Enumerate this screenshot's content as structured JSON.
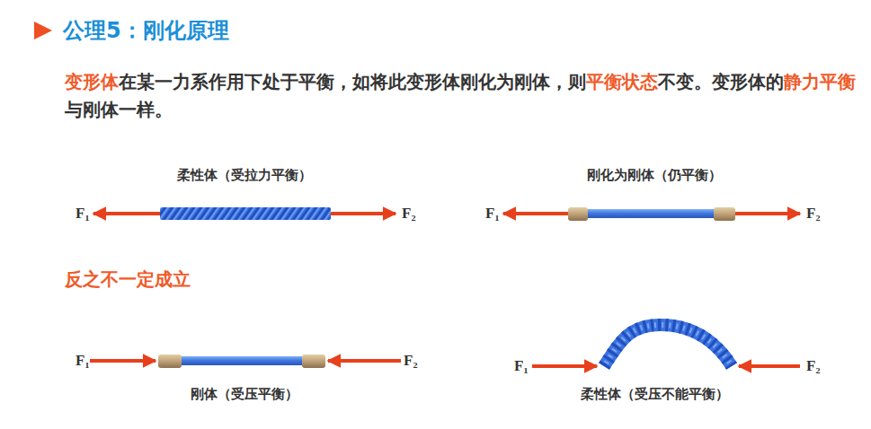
{
  "diagram": {
    "title": "公理5：刚化原理",
    "labels": [
      "变形体",
      "在某一力系作用下处于平衡，如将此变形体刚化为刚体，则",
      "平衡状态",
      "不变。变形体的",
      "静力平衡",
      "与刚体一样。",
      "柔性体（受拉力平衡）",
      "刚化为刚体（仍平衡）",
      "F₁",
      "F₂",
      "F₁",
      "F₂",
      "反之不一定成立",
      "F₁",
      "F₂",
      "F₁",
      "F₂",
      "刚体（受压平衡）",
      "柔性体（受压不能平衡）"
    ]
  }
}
